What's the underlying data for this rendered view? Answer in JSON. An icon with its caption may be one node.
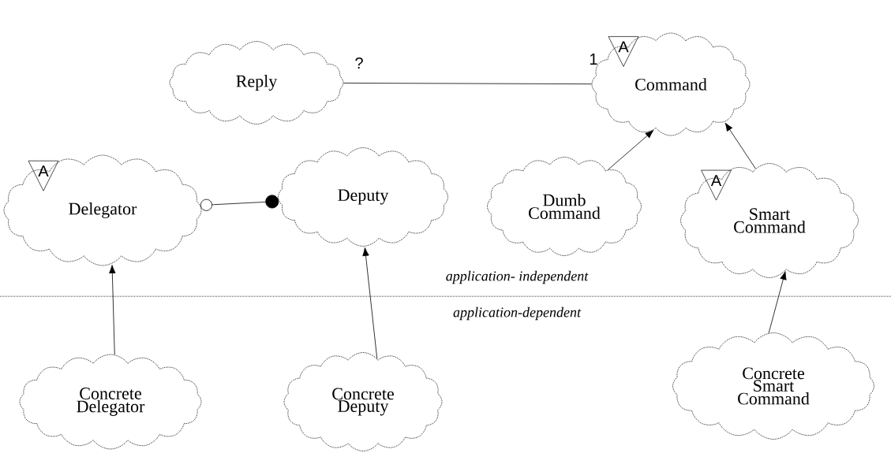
{
  "diagram": {
    "nodes": [
      {
        "text": [
          "Reply"
        ]
      },
      {
        "text": [
          "A",
          "Command"
        ]
      },
      {
        "text": [
          "A",
          "Delegator"
        ]
      },
      {
        "text": [
          "Deputy"
        ]
      },
      {
        "text": [
          "Dumb Command"
        ]
      },
      {
        "text": [
          "A",
          "Smart Command"
        ]
      },
      {
        "text": [
          "Concrete Delegator"
        ]
      },
      {
        "text": [
          "Concrete Deputy"
        ]
      },
      {
        "text": [
          "Concrete Smart Command"
        ]
      }
    ],
    "edges": [
      {
        "from": 0,
        "to": 1,
        "arrow": "none"
      },
      {
        "from": 2,
        "to": 3,
        "arrow": "other"
      },
      {
        "from": 4,
        "to": 1,
        "arrow": "to"
      },
      {
        "from": 5,
        "to": 1,
        "arrow": "to"
      },
      {
        "from": 6,
        "to": 2,
        "arrow": "to"
      },
      {
        "from": 7,
        "to": 3,
        "arrow": "to"
      },
      {
        "from": 8,
        "to": 5,
        "arrow": "to"
      }
    ],
    "labels": [
      "?",
      "1",
      "application- independent",
      "application-dependent"
    ]
  }
}
